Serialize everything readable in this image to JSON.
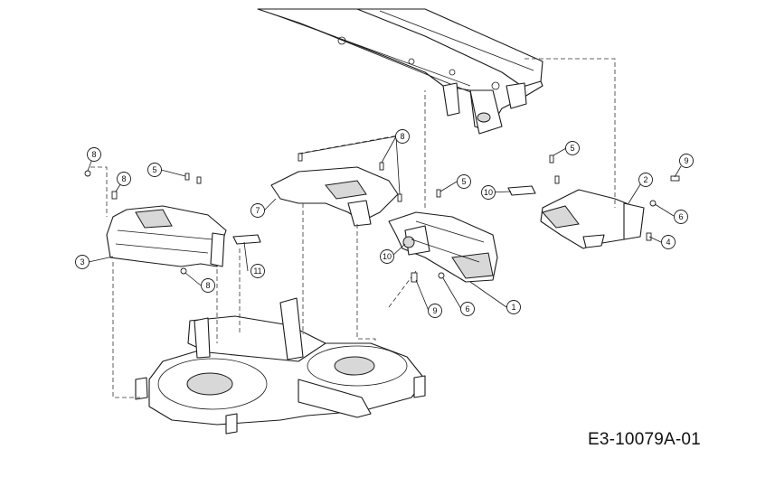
{
  "figure": {
    "reference_code": "E3-10079A-01"
  },
  "callouts": {
    "c1": "1",
    "c2": "2",
    "c3": "3",
    "c4": "4",
    "c5a": "5",
    "c5b": "5",
    "c5c": "5",
    "c6a": "6",
    "c6b": "6",
    "c7": "7",
    "c8a": "8",
    "c8b": "8",
    "c8c": "8",
    "c8d": "8",
    "c9a": "9",
    "c9b": "9",
    "c10a": "10",
    "c10b": "10",
    "c11": "11"
  },
  "colors": {
    "line": "#1a1a1a",
    "shade": "#d8d8d8",
    "background": "#ffffff"
  }
}
